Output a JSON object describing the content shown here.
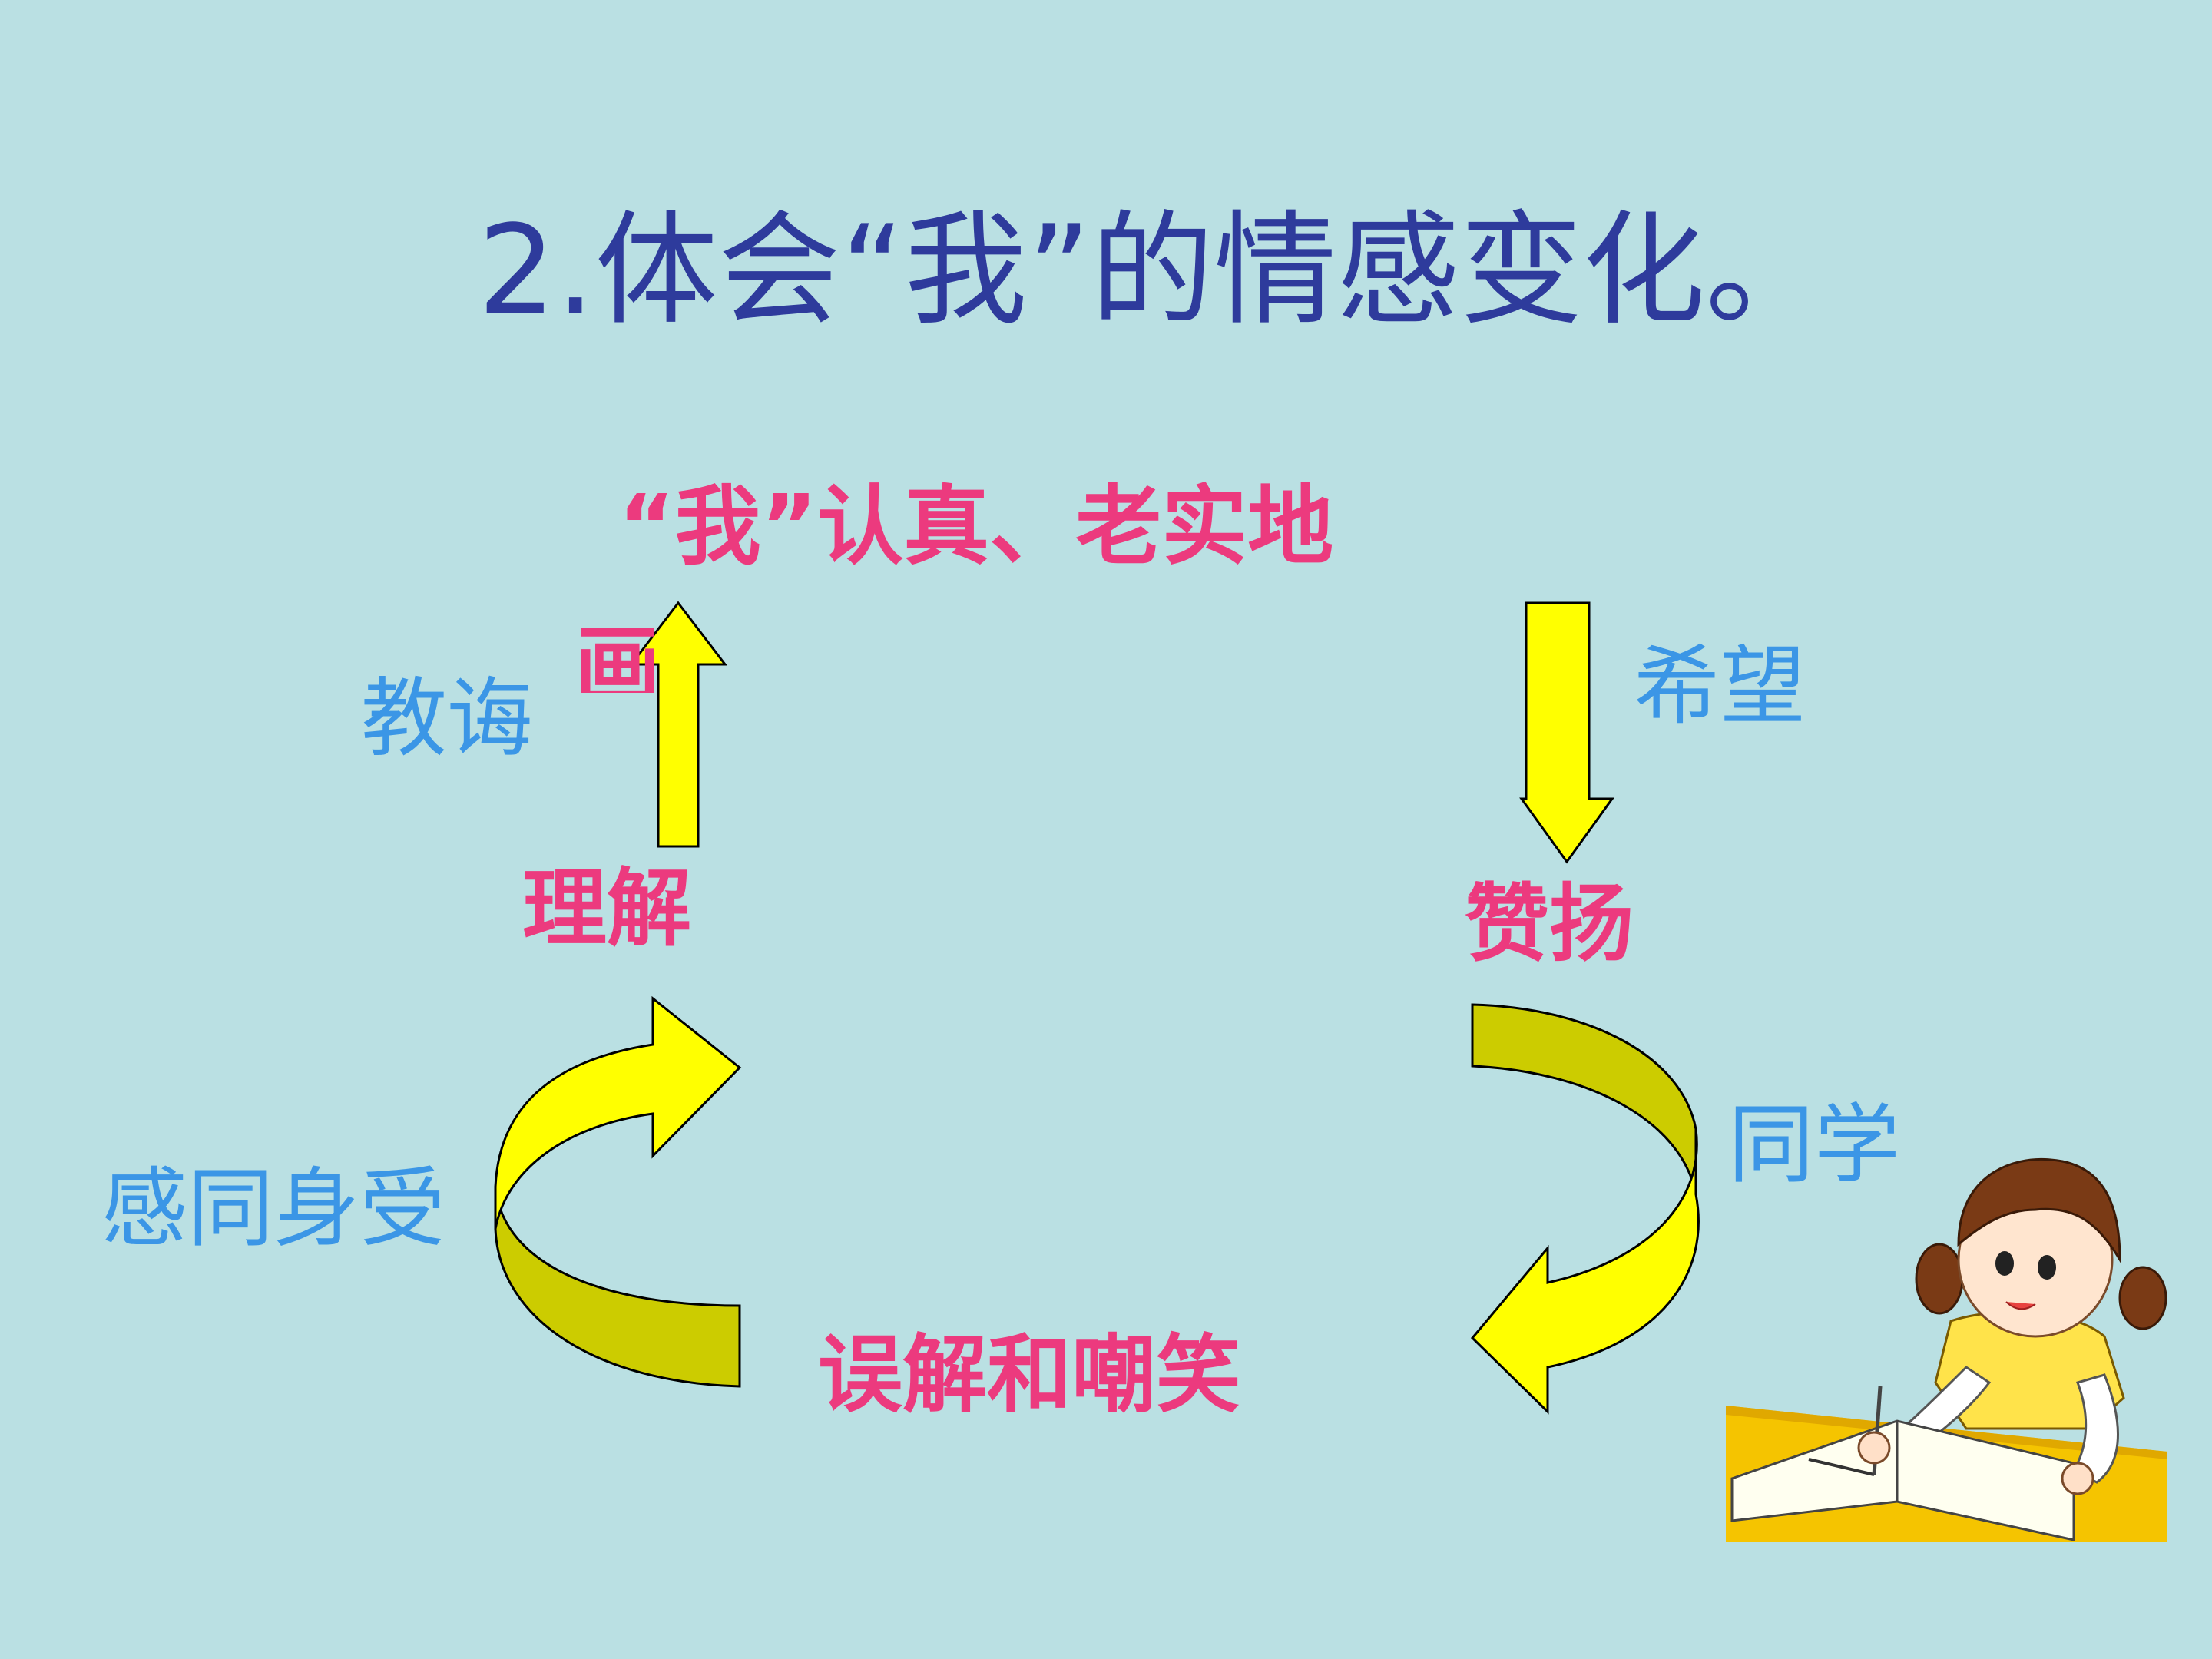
{
  "slide": {
    "title": "2.体会“我”的情感变化。",
    "nodes": {
      "top_line1": "“我”认真、老实地",
      "top_line2": "画",
      "right": "赞扬",
      "bottom": "误解和嘲笑",
      "left": "理解"
    },
    "edge_labels": {
      "left_upper": "教诲",
      "right_upper": "希望",
      "right_lower": "同学",
      "left_lower": "感同身受"
    },
    "colors": {
      "background": "#bae0e3",
      "title": "#2e3b9c",
      "node_text": "#ec3a7e",
      "edge_text": "#3b96e6",
      "arrow_fill": "#ffff00",
      "arrow_shade": "#cccc00"
    },
    "icons": [
      "arrow-up-icon",
      "arrow-down-icon",
      "curved-arrow-down-left-icon",
      "curved-arrow-up-right-icon",
      "girl-writing-icon"
    ]
  }
}
